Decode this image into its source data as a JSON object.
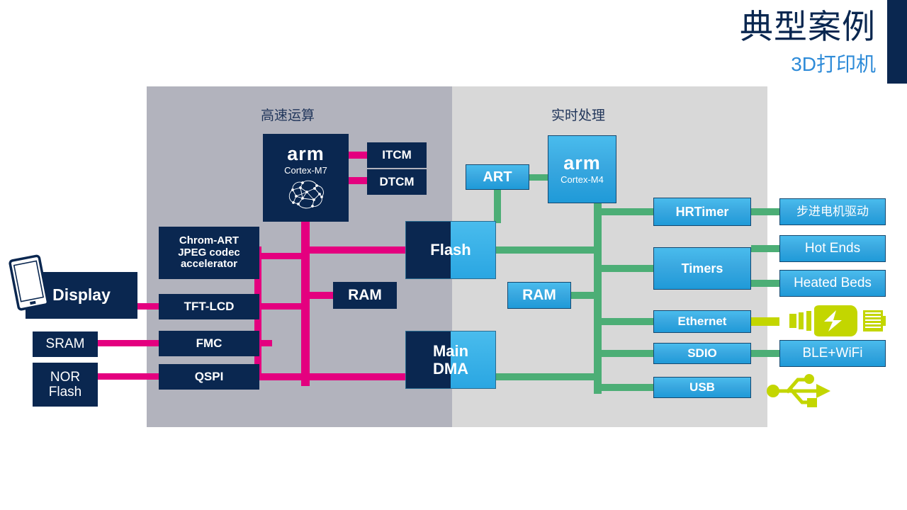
{
  "header": {
    "title": "典型案例",
    "subtitle": "3D打印机",
    "accent_navy": "#0a2750",
    "accent_blue": "#2e8bd8"
  },
  "panels": {
    "left": {
      "title": "高速运算",
      "bg": "#b2b3bd"
    },
    "right": {
      "title": "实时处理",
      "bg": "#d8d8d8"
    }
  },
  "cpu_m7": {
    "brand": "arm",
    "core": "Cortex-M7",
    "icon": "brain-network-icon"
  },
  "cpu_m4": {
    "brand": "arm",
    "core": "Cortex-M4"
  },
  "left_domain": {
    "tcm": [
      {
        "label": "ITCM"
      },
      {
        "label": "DTCM"
      }
    ],
    "peripherals": [
      {
        "label": "Chrom-ART\nJPEG codec\naccelerator",
        "name": "chrom-art-block"
      },
      {
        "label": "TFT-LCD",
        "name": "tft-lcd-block"
      },
      {
        "label": "FMC",
        "name": "fmc-block"
      },
      {
        "label": "QSPI",
        "name": "qspi-block"
      }
    ],
    "memories": [
      {
        "label": "RAM",
        "name": "m7-ram-block"
      }
    ],
    "shared": [
      {
        "label": "Flash",
        "name": "flash-block"
      },
      {
        "label": "Main\nDMA",
        "name": "main-dma-block"
      }
    ],
    "externals": [
      {
        "label": "Display",
        "name": "display-block",
        "icon": "tablet-icon"
      },
      {
        "label": "SRAM",
        "name": "sram-block"
      },
      {
        "label": "NOR\nFlash",
        "name": "nor-flash-block"
      }
    ]
  },
  "right_domain": {
    "cache": [
      {
        "label": "ART",
        "name": "art-block"
      }
    ],
    "memories": [
      {
        "label": "RAM",
        "name": "m4-ram-block"
      }
    ],
    "peripherals": [
      {
        "label": "HRTimer",
        "name": "hrtimer-block"
      },
      {
        "label": "Timers",
        "name": "timers-block"
      },
      {
        "label": "Ethernet",
        "name": "ethernet-block"
      },
      {
        "label": "SDIO",
        "name": "sdio-block"
      },
      {
        "label": "USB",
        "name": "usb-block"
      }
    ],
    "actuators": [
      {
        "label": "步进电机驱动",
        "name": "stepper-driver-block"
      },
      {
        "label": "Hot Ends",
        "name": "hot-ends-block"
      },
      {
        "label": "Heated Beds",
        "name": "heated-beds-block"
      },
      {
        "label": "BLE+WiFi",
        "name": "ble-wifi-block"
      }
    ],
    "icons": [
      {
        "name": "ethernet-connector-icon"
      },
      {
        "name": "usb-icon"
      }
    ]
  },
  "colors": {
    "bus_m7": "#e4007f",
    "bus_m4": "#4cae76",
    "io_lime": "#c3d600",
    "block_navy": "#0a2750",
    "block_blue": "#2aa6e2"
  }
}
